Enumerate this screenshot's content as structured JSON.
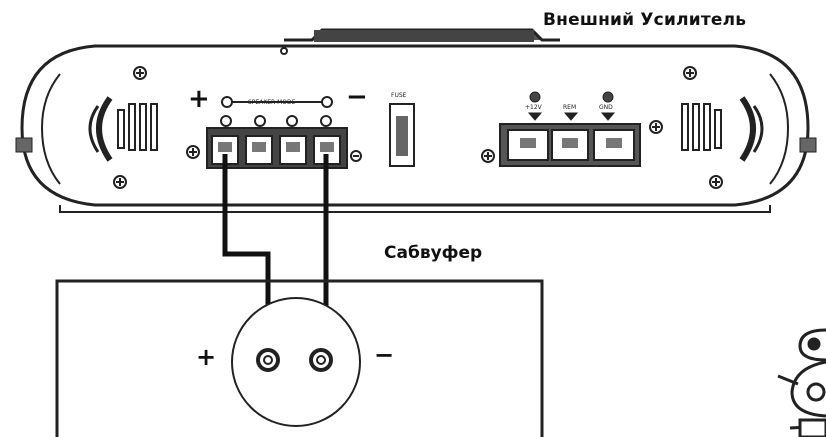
{
  "diagram": {
    "amplifier_label": "Внешний Усилитель",
    "subwoofer_label": "Сабвуфер",
    "amp_plus": "+",
    "amp_minus": "−",
    "sub_plus": "+",
    "sub_minus": "−",
    "speaker_mode": "SPEAKER MODE",
    "fuse": "FUSE",
    "power_12v": "+12V",
    "remote": "REM",
    "ground": "GND"
  }
}
